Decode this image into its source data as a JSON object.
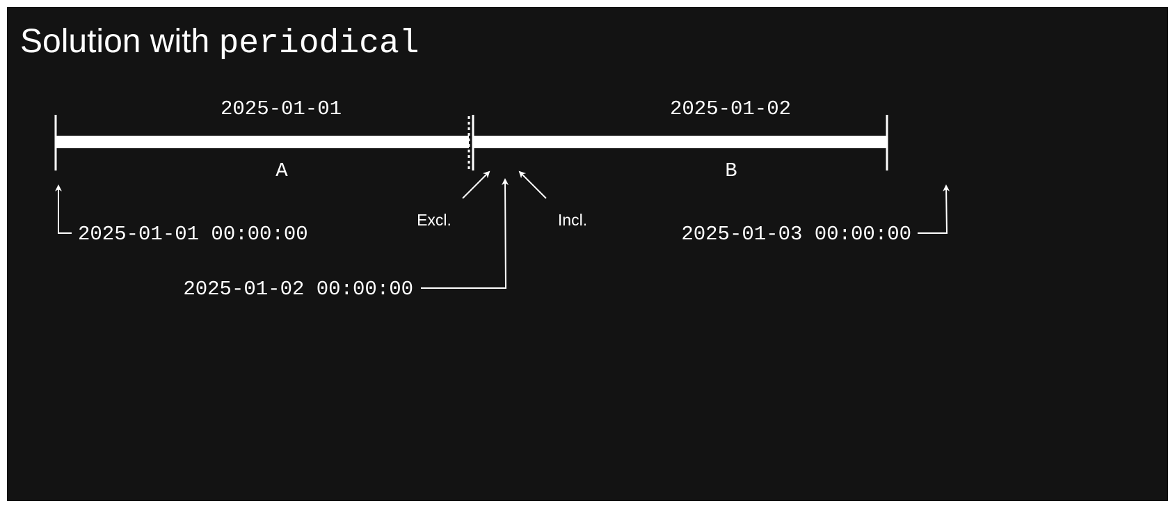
{
  "title": {
    "prefix": "Solution with ",
    "code": "periodical"
  },
  "intervals": [
    {
      "id": "A",
      "date_label": "2025-01-01",
      "name": "A"
    },
    {
      "id": "B",
      "date_label": "2025-01-02",
      "name": "B"
    }
  ],
  "boundaries": {
    "start": "2025-01-01 00:00:00",
    "middle": "2025-01-02 00:00:00",
    "end": "2025-01-03 00:00:00"
  },
  "annotations": {
    "excl": "Excl.",
    "incl": "Incl."
  },
  "colors": {
    "background": "#131313",
    "foreground": "#ffffff"
  }
}
